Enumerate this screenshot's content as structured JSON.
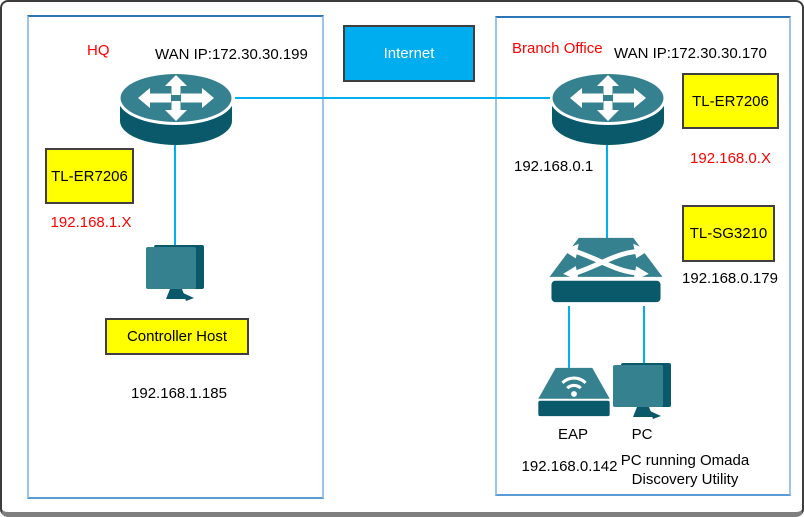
{
  "hq": {
    "title": "HQ",
    "wan_ip": "WAN IP:172.30.30.199",
    "router_label": "TL-ER7206",
    "lan_subnet": "192.168.1.X",
    "host_label": "Controller Host",
    "host_ip": "192.168.1.185"
  },
  "internet": {
    "label": "Internet"
  },
  "branch": {
    "title": "Branch Office",
    "wan_ip": "WAN IP:172.30.30.170",
    "router_label": "TL-ER7206",
    "lan_subnet": "192.168.0.X",
    "gateway_ip": "192.168.0.1",
    "switch_label": "TL-SG3210",
    "switch_ip": "192.168.0.179",
    "eap_label": "EAP",
    "eap_ip": "192.168.0.142",
    "pc_label": "PC",
    "pc_note_line1": "PC running Omada",
    "pc_note_line2": "Discovery Utility"
  },
  "icons": {
    "router": "four-way-arrows-cylinder",
    "switch": "crossed-arrows-slab",
    "eap": "wifi-access-point-slab",
    "pc": "desktop-monitor",
    "controller_host": "desktop-monitor"
  },
  "colors": {
    "icon_light_teal": "#35818F",
    "icon_dark_teal": "#09596A",
    "connector_blue": "#00B0F0",
    "internet_fill": "#00AEEF",
    "label_yellow": "#FFFF00",
    "red_text": "#FF0000",
    "zone_border_blue": "#9DC3E6",
    "zone_border_top_blue": "#2E75B6",
    "frame_border": "#3C3C3C"
  }
}
